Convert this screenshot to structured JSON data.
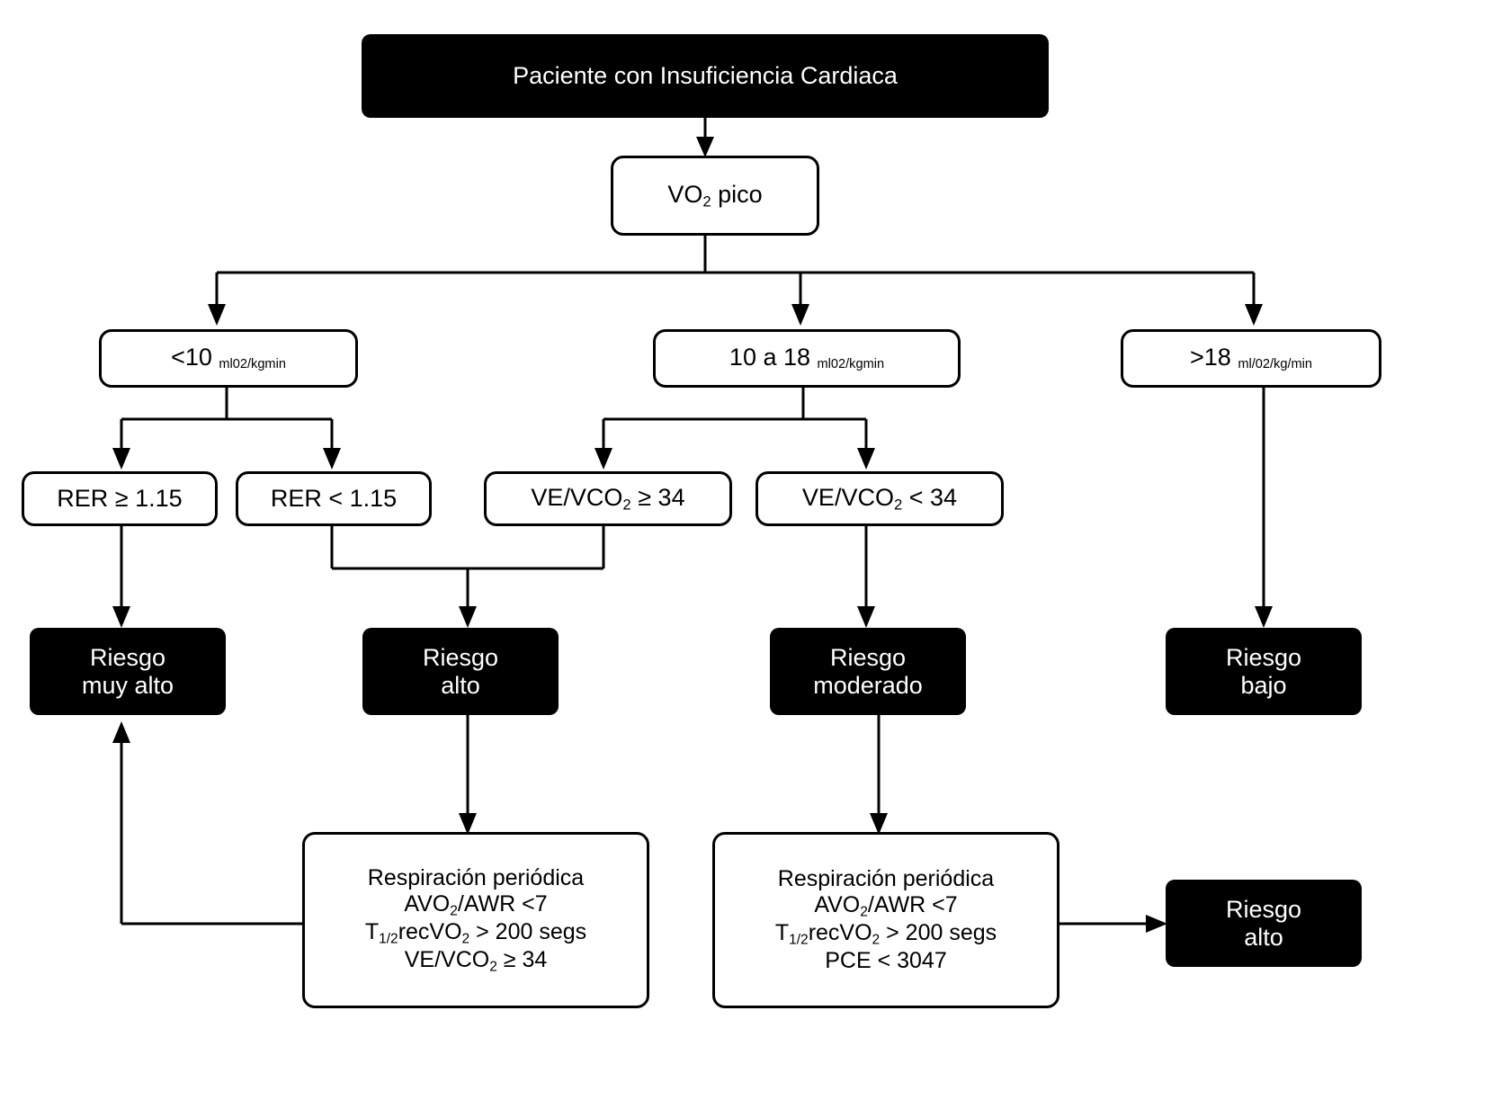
{
  "diagram": {
    "title_box": {
      "label": "Paciente con Insuficiencia Cardiaca"
    },
    "root": {
      "label_main": "VO",
      "label_sub": "2",
      "label_tail": " pico"
    },
    "vo2_branches": [
      {
        "name": "low",
        "value": "<10",
        "unit": "ml02/kgmin"
      },
      {
        "name": "mid",
        "value": "10 a 18",
        "unit": "ml02/kgmin"
      },
      {
        "name": "high",
        "value": ">18",
        "unit": "ml/02/kg/min"
      }
    ],
    "criteria": [
      {
        "name": "rer-high",
        "text": "RER ≥ 1.15"
      },
      {
        "name": "rer-low",
        "text": "RER < 1.15"
      },
      {
        "name": "vevco2-high",
        "pre": "VE/VCO",
        "sub": "2",
        "post": " ≥ 34"
      },
      {
        "name": "vevco2-low",
        "pre": "VE/VCO",
        "sub": "2",
        "post": " < 34"
      }
    ],
    "risks": [
      {
        "name": "muy-alto",
        "line1": "Riesgo",
        "line2": "muy alto"
      },
      {
        "name": "alto",
        "line1": "Riesgo",
        "line2": "alto"
      },
      {
        "name": "moderado",
        "line1": "Riesgo",
        "line2": "moderado"
      },
      {
        "name": "bajo",
        "line1": "Riesgo",
        "line2": "bajo"
      },
      {
        "name": "alto-2",
        "line1": "Riesgo",
        "line2": "alto"
      }
    ],
    "detail_left": {
      "l1": "Respiración periódica",
      "l2_pre": "AVO",
      "l2_sub": "2",
      "l2_post": "/AWR <7",
      "l3_pre": "T",
      "l3_sub": "1/2",
      "l3_mid": "recVO",
      "l3_sub2": "2",
      "l3_post": " > 200 segs",
      "l4_pre": "VE/VCO",
      "l4_sub": "2",
      "l4_post": " ≥ 34"
    },
    "detail_right": {
      "l1": "Respiración periódica",
      "l2_pre": "AVO",
      "l2_sub": "2",
      "l2_post": "/AWR <7",
      "l3_pre": "T",
      "l3_sub": "1/2",
      "l3_mid": "recVO",
      "l3_sub2": "2",
      "l3_post": " > 200 segs",
      "l4": "PCE < 3047"
    },
    "colors": {
      "ink": "#000000",
      "paper": "#ffffff"
    }
  }
}
